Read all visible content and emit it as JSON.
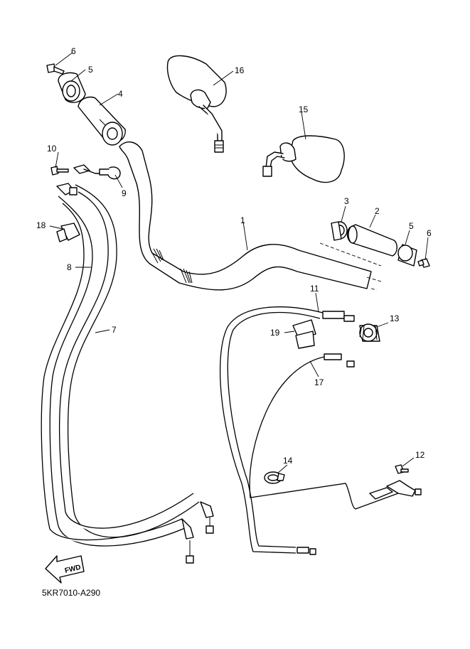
{
  "diagram": {
    "catalog_code": "5KR7010-A290",
    "fwd_label": "FWD",
    "callouts": {
      "c1": "1",
      "c2": "2",
      "c3": "3",
      "c4": "4",
      "c5a": "5",
      "c5b": "5",
      "c6a": "6",
      "c6b": "6",
      "c7": "7",
      "c8": "8",
      "c9": "9",
      "c10": "10",
      "c11": "11",
      "c12": "12",
      "c13": "13",
      "c14": "14",
      "c15": "15",
      "c16": "16",
      "c17": "17",
      "c18": "18",
      "c19": "19"
    }
  }
}
